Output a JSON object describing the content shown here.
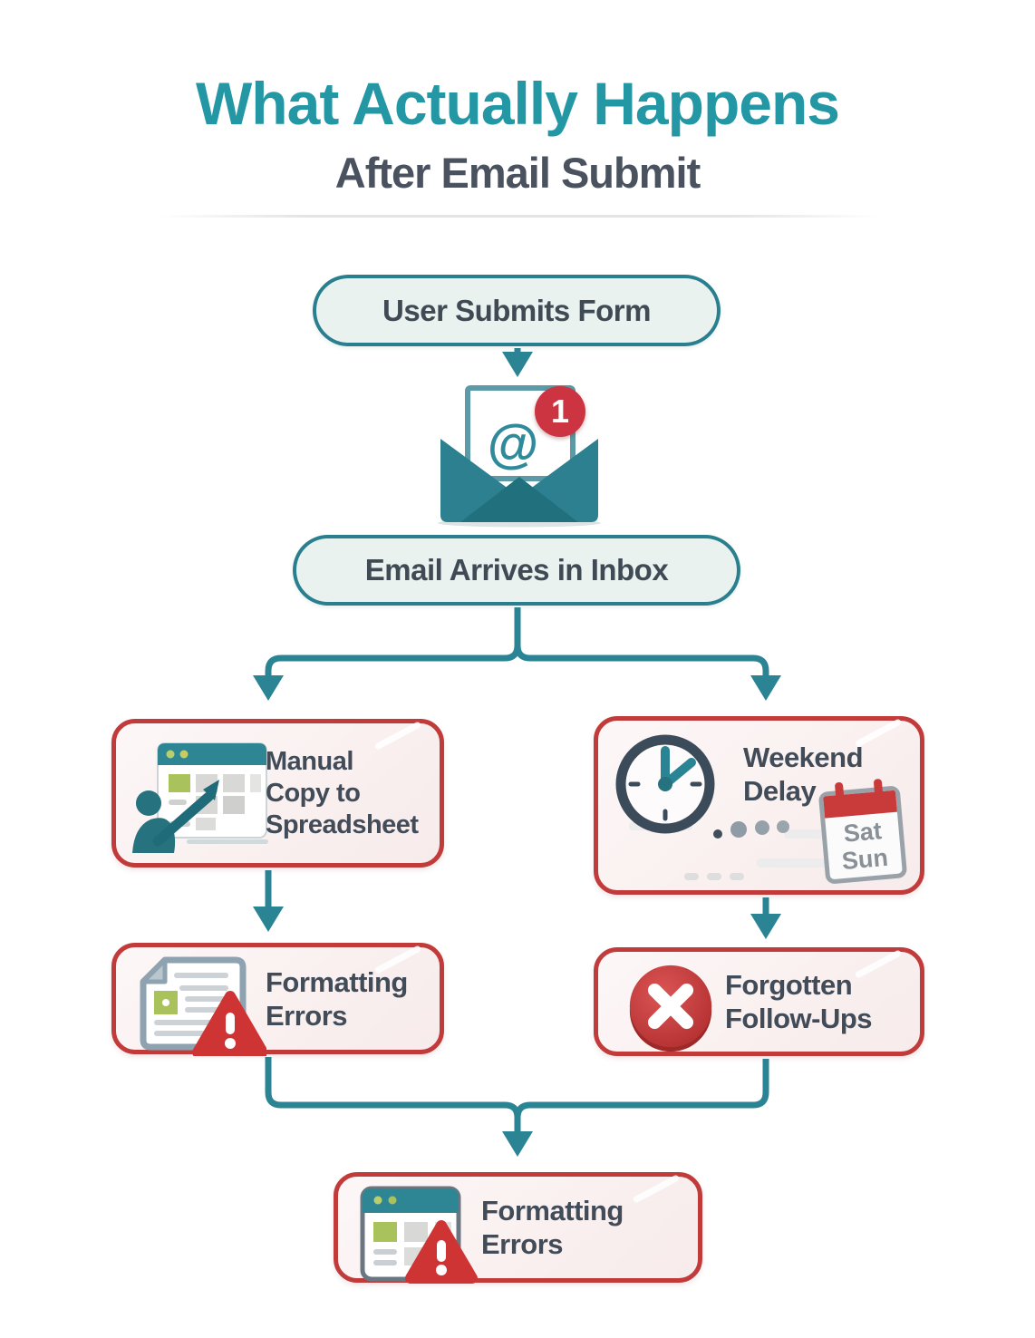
{
  "header": {
    "title": "What Actually Happens",
    "subtitle": "After Email Submit"
  },
  "email": {
    "icon": "open-envelope-with-at-icon",
    "at_symbol": "@",
    "badge_count": "1"
  },
  "calendar": {
    "line1": "Sat",
    "line2": "Sun"
  },
  "nodes": {
    "submit": {
      "label": "User Submits Form"
    },
    "inbox": {
      "label": "Email Arrives in Inbox"
    },
    "manual": {
      "label": "Manual Copy to Spreadsheet",
      "lines": [
        "Manual",
        "Copy to",
        "Spreadsheet"
      ],
      "icon": "person-spreadsheet-icon"
    },
    "weekend": {
      "label": "Weekend Delay",
      "lines": [
        "Weekend",
        "Delay"
      ],
      "icon": "clock-icon"
    },
    "formatting1": {
      "label": "Formatting Errors",
      "lines": [
        "Formatting",
        "Errors"
      ],
      "icon": "document-warning-icon"
    },
    "followups": {
      "label": "Forgotten Follow-Ups",
      "lines": [
        "Forgotten",
        "Follow-Ups"
      ],
      "icon": "error-x-icon"
    },
    "formatting2": {
      "label": "Formatting Errors",
      "lines": [
        "Formatting",
        "Errors"
      ],
      "icon": "browser-warning-icon"
    }
  },
  "colors": {
    "title_teal": "#2497a5",
    "subtitle_gray": "#49525e",
    "pill_border_teal": "#2a7f8e",
    "pill_background": "#e9f2ef",
    "arrow_teal": "#2b8494",
    "envelope_teal": "#2c8090",
    "red_border": "#c13b3b",
    "warning_red": "#cf3434",
    "badge_red": "#cb3440",
    "box_background": "#faf0f0",
    "text_dark": "#414c58",
    "calendar_gray": "#8a9097",
    "cell_green": "#a9c25c"
  }
}
